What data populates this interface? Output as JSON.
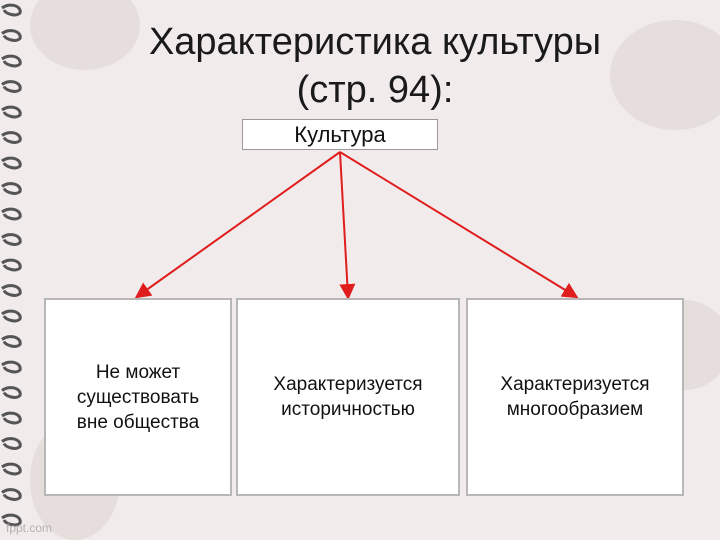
{
  "title": "Характеристика культуры\n(стр. 94):",
  "root": "Культура",
  "children": [
    "Не может\nсуществовать\nвне общества",
    "Характеризуется\nисторичностью",
    "Характеризуется\nмногообразием"
  ],
  "watermark": "fppt.com",
  "colors": {
    "arrow": "#e01d1d",
    "background": "#f1ebec",
    "box_border": "#b7b7b7"
  }
}
